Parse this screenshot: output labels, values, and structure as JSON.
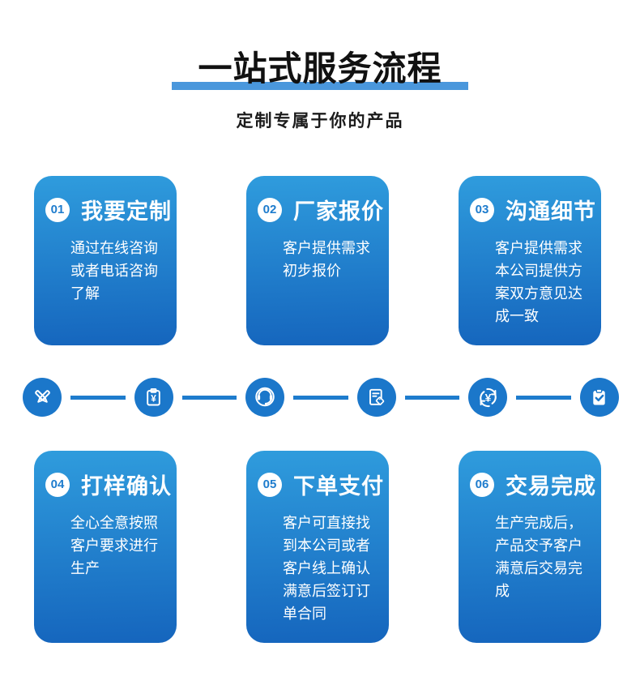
{
  "header": {
    "title": "一站式服务流程",
    "subtitle": "定制专属于你的产品"
  },
  "colors": {
    "accent_bar": "#4a97dc",
    "card_top": "#2f9cdd",
    "card_bottom": "#1565bd",
    "icon_bg": "#1b77ca",
    "connector": "#1e7ccd",
    "badge_text": "#1e7ccd"
  },
  "steps": [
    {
      "num": "01",
      "title": "我要定制",
      "desc": "通过在线咨询或者电话咨询了解"
    },
    {
      "num": "02",
      "title": "厂家报价",
      "desc": "客户提供需求初步报价"
    },
    {
      "num": "03",
      "title": "沟通细节",
      "desc": "客户提供需求本公司提供方案双方意见达成一致"
    },
    {
      "num": "04",
      "title": "打样确认",
      "desc": "全心全意按照客户要求进行生产"
    },
    {
      "num": "05",
      "title": "下单支付",
      "desc": "客户可直接找到本公司或者客户线上确认满意后签订订单合同"
    },
    {
      "num": "06",
      "title": "交易完成",
      "desc": "生产完成后，产品交予客户满意后交易完成"
    }
  ],
  "icons": [
    {
      "name": "design-pens-icon"
    },
    {
      "name": "quote-clipboard-icon"
    },
    {
      "name": "customer-service-icon"
    },
    {
      "name": "quote-document-icon"
    },
    {
      "name": "payment-refresh-icon"
    },
    {
      "name": "order-complete-icon"
    }
  ]
}
